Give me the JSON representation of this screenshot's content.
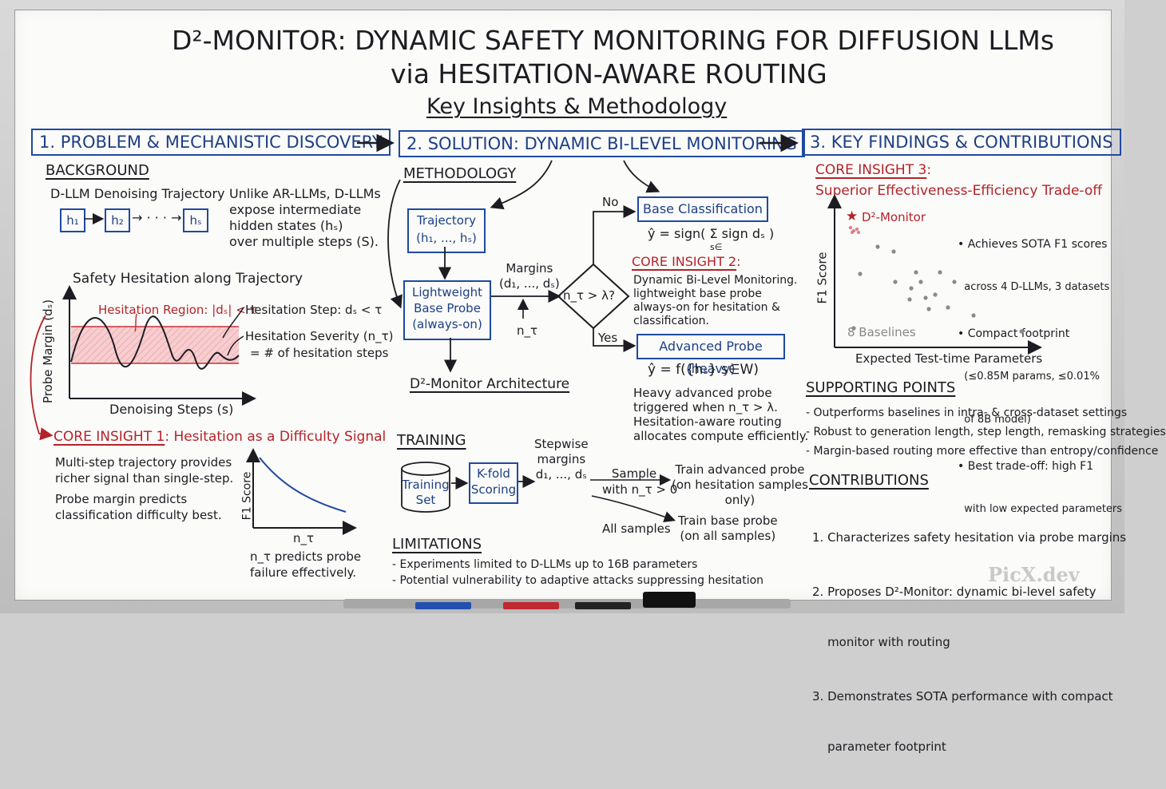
{
  "title": {
    "line1_brand": "D²-MONITOR",
    "line1_rest": ": DYNAMIC SAFETY MONITORING FOR DIFFUSION LLMs",
    "line2": "via HESITATION-AWARE ROUTING",
    "subtitle": "Key Insights & Methodology"
  },
  "sections": {
    "s1": "1. PROBLEM & MECHANISTIC DISCOVERY",
    "s2": "2. SOLUTION: DYNAMIC BI-LEVEL MONITORING",
    "s3": "3. KEY FINDINGS & CONTRIBUTIONS"
  },
  "background": {
    "heading": "BACKGROUND",
    "trajectory_label": "D-LLM Denoising Trajectory",
    "h1": "h₁",
    "h2": "h₂",
    "dots": "→ · · · →",
    "hs": "hₛ",
    "desc": [
      "Unlike AR-LLMs, D-LLMs",
      "expose intermediate",
      "hidden states (hₛ)",
      "over multiple steps (S)."
    ]
  },
  "hesitation_plot": {
    "title": "Safety Hesitation along Trajectory",
    "region": "Hesitation Region: |dₛ| < τ",
    "step": "Hesitation Step: dₛ < τ",
    "severity1": "Hesitation Severity (n_τ)",
    "severity2": "= # of hesitation steps",
    "ylabel": "Probe Margin (dₛ)",
    "xlabel": "Denoising Steps (s)"
  },
  "insight1": {
    "label": "CORE INSIGHT 1",
    "rest": ": Hesitation as a Difficulty Signal",
    "text": [
      "Multi-step trajectory provides",
      "richer signal than single-step.",
      "Probe margin predicts",
      "classification difficulty best."
    ],
    "plot_ylabel": "F1 Score",
    "plot_xlabel": "n_τ",
    "caption": [
      "n_τ predicts probe",
      "failure effectively."
    ]
  },
  "methodology": {
    "heading": "METHODOLOGY",
    "trajectory": [
      "Trajectory",
      "(h₁, ..., hₛ)"
    ],
    "probe": [
      "Lightweight",
      "Base Probe",
      "(always-on)"
    ],
    "margins": [
      "Margins",
      "(d₁, ..., dₛ)"
    ],
    "n_tau": "n_τ",
    "decision": "n_τ > λ?",
    "no": "No",
    "yes": "Yes",
    "base_cls": "Base Classification",
    "base_eq": "ŷ = sign( Σ sign dₛ )",
    "base_eq_sub": "s∈",
    "adv_probe": "Advanced Probe (heavy)",
    "adv_eq": "ŷ = f({hₛ} s∈W)",
    "arch": "D²-Monitor Architecture",
    "insight2_label": "CORE INSIGHT 2",
    "insight2_colon": ":",
    "insight2_text": [
      "Dynamic Bi-Level Monitoring.",
      "lightweight base probe",
      "always-on for hesitation &",
      "classification."
    ],
    "heavy_text": [
      "Heavy advanced probe",
      "triggered when n_τ > λ.",
      "Hesitation-aware routing",
      "allocates compute efficiently."
    ]
  },
  "training": {
    "heading": "TRAINING",
    "set": [
      "Training",
      "Set"
    ],
    "kfold": [
      "K-fold",
      "Scoring"
    ],
    "stepwise": [
      "Stepwise",
      "margins",
      "d₁, ..., dₛ"
    ],
    "sample": [
      "Sample",
      "with n_τ > 0"
    ],
    "all": "All samples",
    "adv": [
      "Train advanced probe",
      "(on hesitation samples",
      "only)"
    ],
    "base": [
      "Train base probe",
      "(on all samples)"
    ]
  },
  "limitations": {
    "heading": "LIMITATIONS",
    "items": [
      "- Experiments limited to D-LLMs up to 16B parameters",
      "- Potential vulnerability to adaptive attacks suppressing hesitation"
    ]
  },
  "insight3": {
    "label": "CORE INSIGHT 3",
    "colon": ":",
    "subtitle": "Superior Effectiveness-Efficiency Trade-off",
    "monitor": "D²-Monitor",
    "baselines": "8 Baselines",
    "ylabel": "F1 Score",
    "xlabel": "Expected Test-time Parameters",
    "bullets": [
      [
        "• Achieves SOTA F1 scores",
        "  across 4 D-LLMs, 3 datasets"
      ],
      [
        "• Compact footprint",
        "  (≤0.85M params, ≤0.01%",
        "  of 8B model)"
      ],
      [
        "• Best trade-off: high F1",
        "  with low expected parameters"
      ]
    ]
  },
  "supporting": {
    "heading": "SUPPORTING POINTS",
    "items": [
      "- Outperforms baselines in intra- & cross-dataset settings",
      "- Robust to generation length, step length, remasking strategies",
      "- Margin-based routing more effective than entropy/confidence"
    ]
  },
  "contributions": {
    "heading": "CONTRIBUTIONS",
    "items": [
      [
        "1. Characterizes safety hesitation via probe margins"
      ],
      [
        "2. Proposes D²-Monitor: dynamic bi-level safety",
        "    monitor with routing"
      ],
      [
        "3. Demonstrates SOTA performance with compact",
        "    parameter footprint"
      ]
    ]
  },
  "watermark": "PicX.dev",
  "colors": {
    "ink": "#1c1c22",
    "blue": "#1f4aa0",
    "red": "#b3232a",
    "region": "#f3b5b8"
  }
}
